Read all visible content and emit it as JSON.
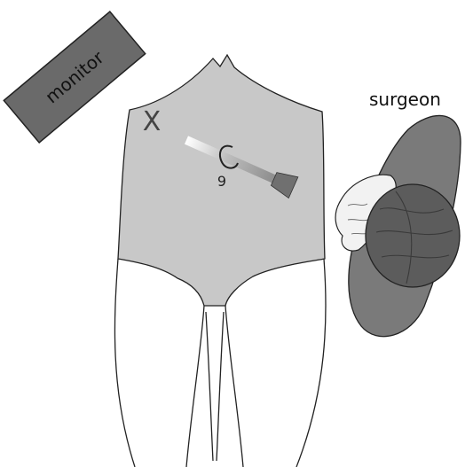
{
  "labels": {
    "monitor": "monitor",
    "surgeon": "surgeon",
    "port_mark": "X",
    "trocar_mark": "9"
  },
  "colors": {
    "monitor_fill": "#6a6a6a",
    "torso_fill": "#c8c8c8",
    "surgeon_body_fill": "#7a7a7a",
    "surgeon_head_fill": "#5c5c5c",
    "hands_fill": "#f2f2f2",
    "instrument_fill": "#8a8a8a",
    "outline": "#222222"
  },
  "icons": {
    "instrument": "laparoscopic-instrument-icon",
    "port": "port-mark-icon"
  }
}
